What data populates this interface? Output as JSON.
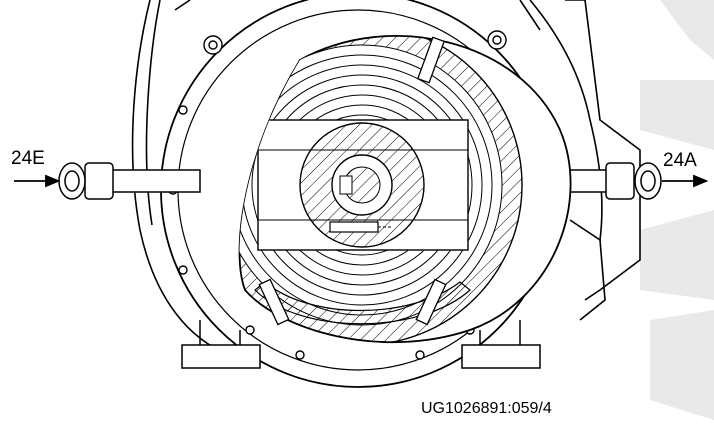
{
  "labels": {
    "left_port": "24E",
    "right_port": "24A",
    "figure_code": "UG1026891:059/4"
  },
  "colors": {
    "line": "#000000",
    "hatch": "#000000",
    "watermark": "#e9e9e9",
    "background": "#ffffff"
  }
}
